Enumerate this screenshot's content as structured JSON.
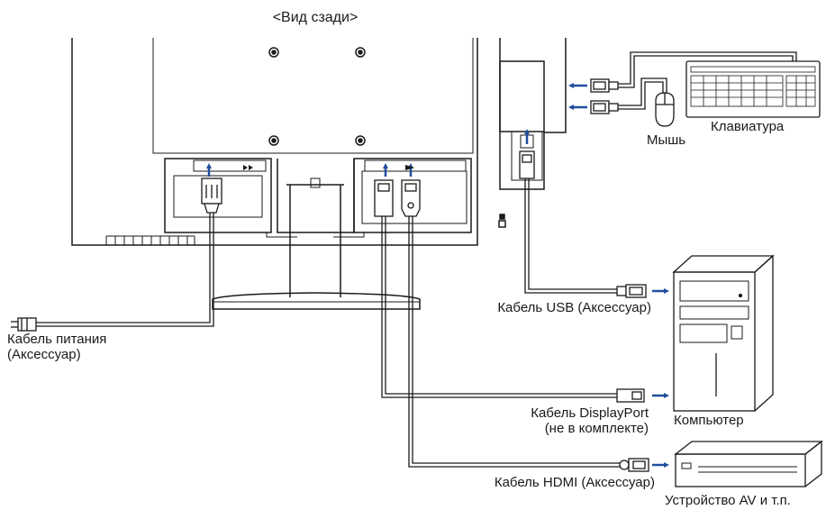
{
  "header": {
    "title": "<Вид сзади>"
  },
  "labels": {
    "keyboard": "Клавиатура",
    "mouse": "Мышь",
    "power_cable_line1": "Кабель питания",
    "power_cable_line2": "(Аксессуар)",
    "usb_cable": "Кабель USB (Аксессуар)",
    "displayport_cable_line1": "Кабель DisplayPort",
    "displayport_cable_line2": "(не в комплекте)",
    "computer": "Компьютер",
    "hdmi_cable": "Кабель HDMI (Аксессуар)",
    "av_device": "Устройство AV и т.п."
  },
  "colors": {
    "line": "#1a1a1a",
    "arrow": "#1f4e9c",
    "background": "#ffffff"
  },
  "icons": [
    "usb-plug-icon",
    "power-plug-icon",
    "displayport-plug-icon",
    "hdmi-plug-icon",
    "blue-arrow-icon",
    "lock-slot-icon"
  ]
}
